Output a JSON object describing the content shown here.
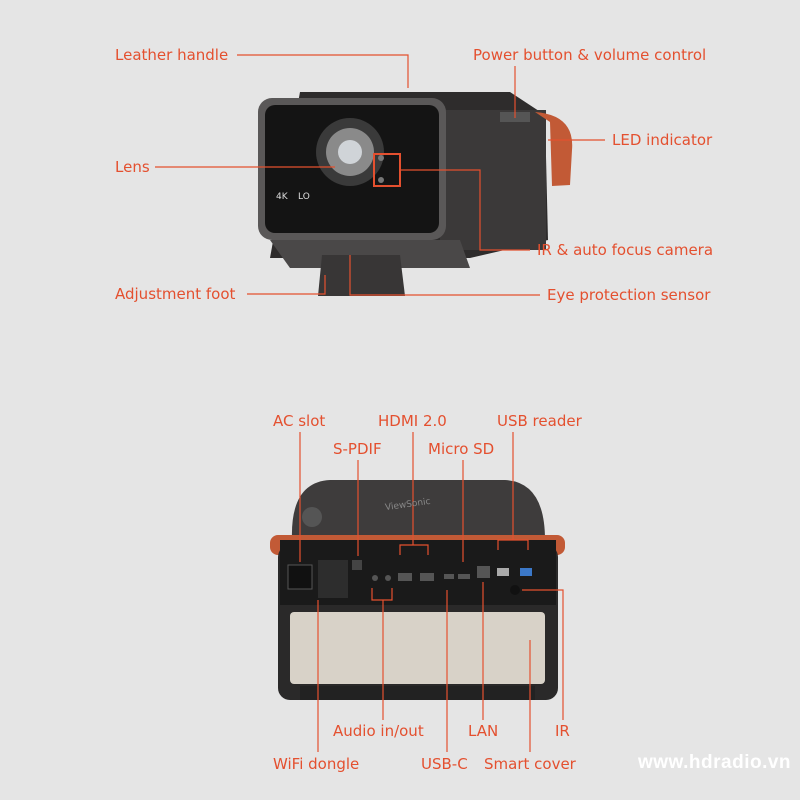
{
  "colors": {
    "background": "#e5e5e5",
    "label": "#e4502f",
    "body": "#3a3838",
    "handle": "#c25a36",
    "cover": "#d8d2c8"
  },
  "top_view": {
    "labels": {
      "leather_handle": "Leather handle",
      "power_button": "Power button & volume control",
      "led_indicator": "LED indicator",
      "lens": "Lens",
      "ir_camera": "IR & auto focus camera",
      "adjustment_foot": "Adjustment foot",
      "eye_sensor": "Eye protection sensor"
    },
    "front_badge": "4K",
    "front_badge2": "LO"
  },
  "rear_view": {
    "labels": {
      "ac_slot": "AC slot",
      "spdif": "S-PDIF",
      "hdmi": "HDMI 2.0",
      "micro_sd": "Micro SD",
      "usb_reader": "USB reader",
      "wifi_dongle": "WiFi dongle",
      "audio": "Audio in/out",
      "usb_c": "USB-C",
      "lan": "LAN",
      "smart_cover": "Smart cover",
      "ir": "IR"
    },
    "brand": "ViewSonic"
  },
  "watermark": "www.hdradio.vn"
}
